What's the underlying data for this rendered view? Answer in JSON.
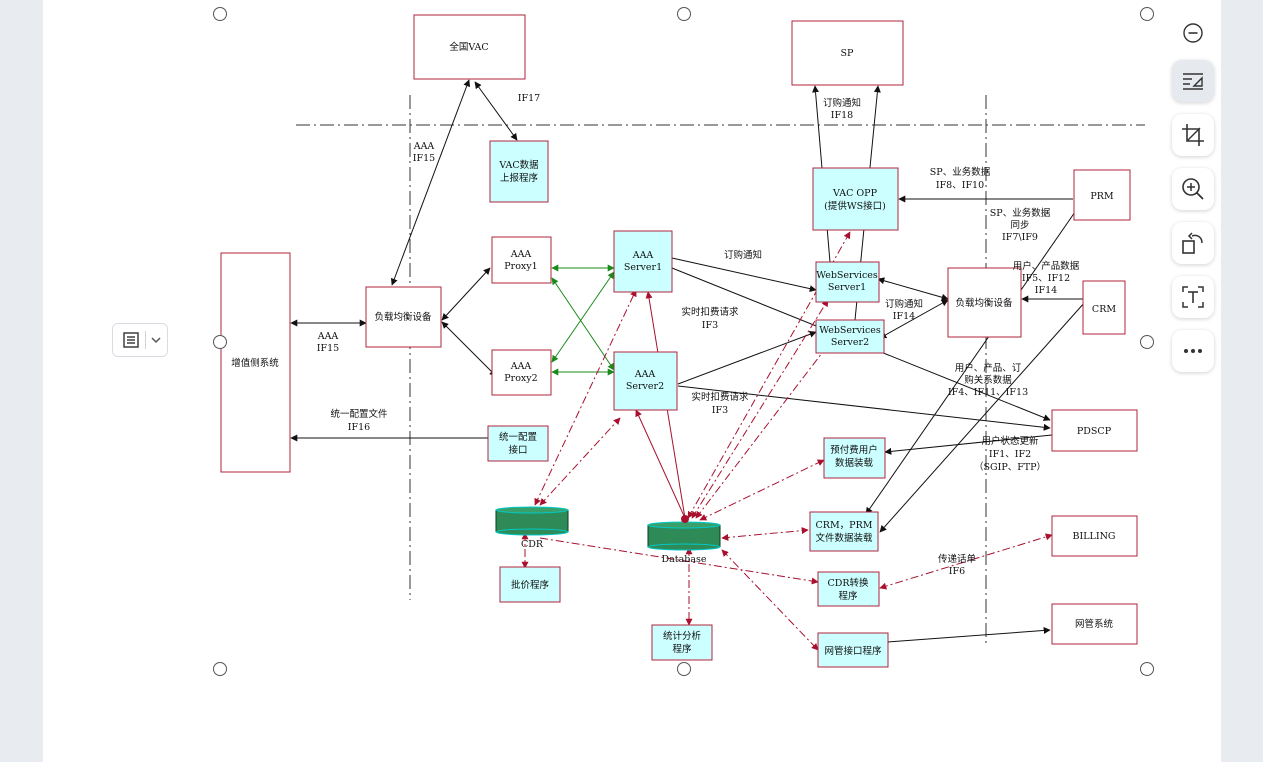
{
  "diagram": {
    "labels": {
      "national_vac": "全国VAC",
      "sp": "SP",
      "vac_report": [
        "VAC数据",
        "上报程序"
      ],
      "vac_opp": [
        "VAC OPP",
        "(提供WS接口)"
      ],
      "prm": "PRM",
      "crm": "CRM",
      "pdscp": "PDSCP",
      "billing": "BILLING",
      "nms": "网管系统",
      "vas_side": "增值侧系统",
      "lb_left": "负载均衡设备",
      "lb_right": "负载均衡设备",
      "aaa_proxy1": [
        "AAA",
        "Proxy1"
      ],
      "aaa_proxy2": [
        "AAA",
        "Proxy2"
      ],
      "aaa_server1": [
        "AAA",
        "Server1"
      ],
      "aaa_server2": [
        "AAA",
        "Server2"
      ],
      "ws_server1": [
        "WebServices",
        "Server1"
      ],
      "ws_server2": [
        "WebServices",
        "Server2"
      ],
      "unified_config": [
        "统一配置",
        "接口"
      ],
      "prepaid_load": [
        "预付费用户",
        "数据装载"
      ],
      "crm_prm_load": [
        "CRM，PRM",
        "文件数据装载"
      ],
      "cdr_convert": [
        "CDR转换",
        "程序"
      ],
      "nms_iface": "网管接口程序",
      "rating": "批价程序",
      "stats": [
        "统计分析",
        "程序"
      ],
      "cdr_db": "CDR",
      "database": "Database"
    },
    "edge_labels": {
      "if17": "IF17",
      "aaa_if15_top": [
        "AAA",
        "IF15"
      ],
      "aaa_if15_left": [
        "AAA",
        "IF15"
      ],
      "sub_notify_if18": [
        "订购通知",
        "IF18"
      ],
      "sp_biz_if8": [
        "SP、业务数据",
        "IF8、IF10"
      ],
      "sp_biz_sync": [
        "SP、业务数据",
        "同步",
        "IF7\\IF9"
      ],
      "sub_notify": "订购通知",
      "rt_charge_1": [
        "实时扣费请求",
        "IF3"
      ],
      "sub_notify_if14": [
        "订购通知",
        "IF14"
      ],
      "user_product": [
        "用户、产品数据",
        "IF5、IF12",
        "IF14"
      ],
      "user_product_order": [
        "用户、产品、订",
        "购关系数据",
        "IF4、IF11、IF13"
      ],
      "rt_charge_2": [
        "实时扣费请求",
        "IF3"
      ],
      "unified_cfg_file": [
        "统一配置文件",
        "IF16"
      ],
      "user_status": [
        "用户状态更新",
        "IF1、IF2",
        "（SGIP、FTP）"
      ],
      "transfer_cdr": [
        "传递话单",
        "IF6"
      ]
    }
  },
  "toolbar": {
    "buttons": [
      {
        "name": "zoom-out-icon",
        "title": "minus"
      },
      {
        "name": "smart-layout-icon",
        "title": "layout"
      },
      {
        "name": "crop-icon",
        "title": "crop"
      },
      {
        "name": "zoom-in-icon",
        "title": "zoom-in"
      },
      {
        "name": "rotate-icon",
        "title": "rotate"
      },
      {
        "name": "text-extract-icon",
        "title": "text"
      },
      {
        "name": "more-icon",
        "title": "more"
      }
    ]
  },
  "colors": {
    "box_border": "#b0243c",
    "box_fill_cyan": "#ccffff",
    "db_green": "#2e8b57",
    "arrow_green": "#1a8a1a",
    "arrow_red": "#a8102e"
  }
}
